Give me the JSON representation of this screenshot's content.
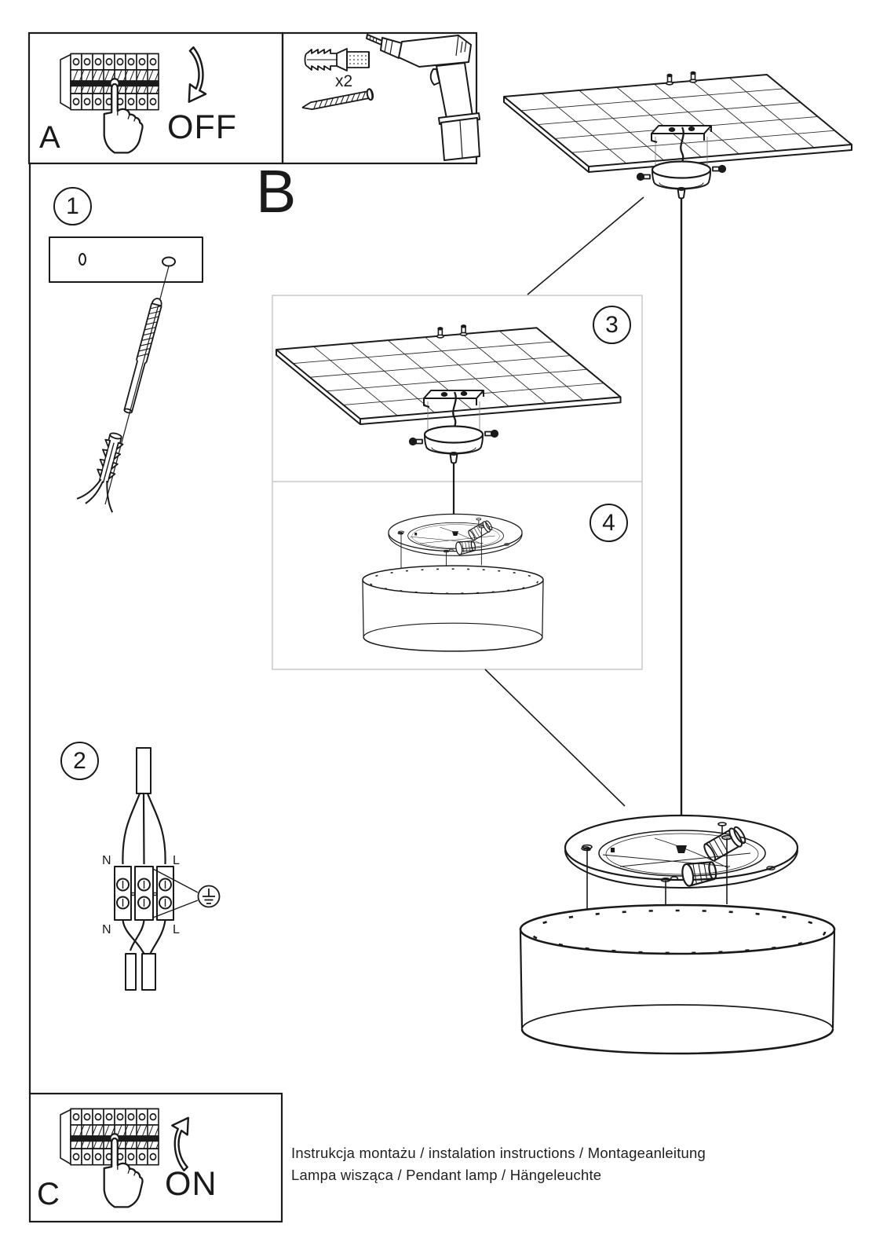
{
  "sheet": {
    "panel_a_label": "A",
    "panel_b_label": "B",
    "panel_c_label": "C",
    "off_label": "OFF",
    "on_label": "ON",
    "tools_quantity": "x2",
    "steps": {
      "s1": "1",
      "s2": "2",
      "s3": "3",
      "s4": "4"
    },
    "wiring": {
      "top_left": "N",
      "top_right": "L",
      "bottom_left": "N",
      "bottom_right": "L"
    },
    "captions": {
      "line1": "Instrukcja montażu / instalation instructions / Montageanleitung",
      "line2": "Lampa wisząca / Pendant lamp / Hängeleuchte"
    },
    "colors": {
      "ink": "#1a1a1a",
      "inset_border": "#c9c9c9"
    }
  }
}
